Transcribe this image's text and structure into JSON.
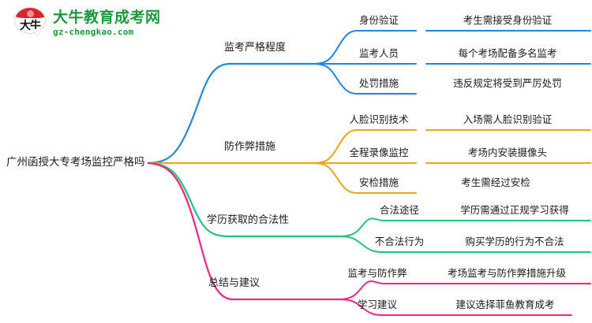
{
  "logo": {
    "mark_text": "大牛",
    "title": "大牛教育成考网",
    "subtitle": "gz-chengkao.com",
    "brand_color": "#1a9a3c",
    "cap_color": "#d8262c"
  },
  "mindmap": {
    "root": "广州函授大专考场监控严格吗",
    "branches": [
      {
        "label": "监考严格程度",
        "color": "#1e88e5",
        "children": [
          {
            "label": "身份验证",
            "detail": "考生需接受身份验证"
          },
          {
            "label": "监考人员",
            "detail": "每个考场配备多名监考"
          },
          {
            "label": "处罚措施",
            "detail": "违反规定将受到严厉处罚"
          }
        ]
      },
      {
        "label": "防作弊措施",
        "color": "#f0a514",
        "children": [
          {
            "label": "人脸识别技术",
            "detail": "入场需人脸识别验证"
          },
          {
            "label": "全程录像监控",
            "detail": "考场内安装摄像头"
          },
          {
            "label": "安检措施",
            "detail": "考生需经过安检"
          }
        ]
      },
      {
        "label": "学历获取的合法性",
        "color": "#22c67a",
        "children": [
          {
            "label": "合法途径",
            "detail": "学历需通过正规学习获得"
          },
          {
            "label": "不合法行为",
            "detail": "购买学历的行为不合法"
          }
        ]
      },
      {
        "label": "总结与建议",
        "color": "#f5257f",
        "children": [
          {
            "label": "监考与防作弊",
            "detail": "考场监考与防作弊措施升级"
          },
          {
            "label": "学习建议",
            "detail": "建议选择菲鱼教育成考"
          }
        ]
      }
    ]
  }
}
